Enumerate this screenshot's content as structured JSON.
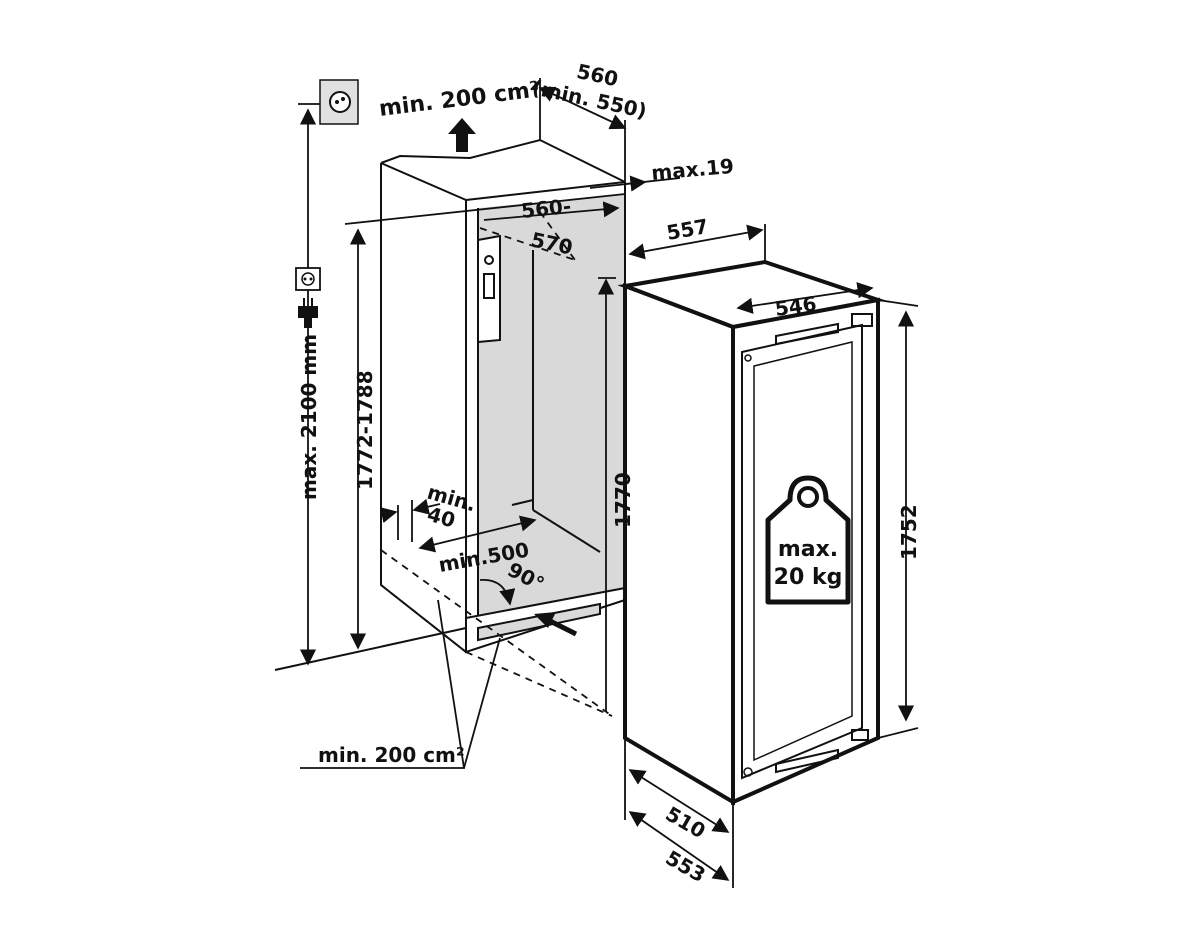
{
  "labels": {
    "vent_top": "min. 200 cm²",
    "niche_width_line1": "560",
    "niche_width_line2": "(min. 550)",
    "panel_thickness": "max.19",
    "inner_width_line1": "560-",
    "inner_width_line2": "570",
    "appliance_depth_top": "557",
    "appliance_width": "546",
    "total_height_max": "max. 2100 mm",
    "niche_height": "1772-1788",
    "inner_height": "1770",
    "appliance_height": "1752",
    "min40_line1": "min.",
    "min40_line2": "40",
    "min500": "min.500",
    "angle": "90°",
    "vent_bottom": "min. 200 cm²",
    "depth_510": "510",
    "depth_553": "553",
    "weight_line1": "max.",
    "weight_line2": "20 kg"
  },
  "icons": [
    "ventilation-grille-icon",
    "power-socket-icon",
    "power-plug-icon",
    "weight-icon",
    "arrow-up-icon",
    "arrow-in-icon"
  ],
  "colors": {
    "line": "#111111",
    "niche_fill": "#d9d9d9",
    "background": "#ffffff"
  }
}
